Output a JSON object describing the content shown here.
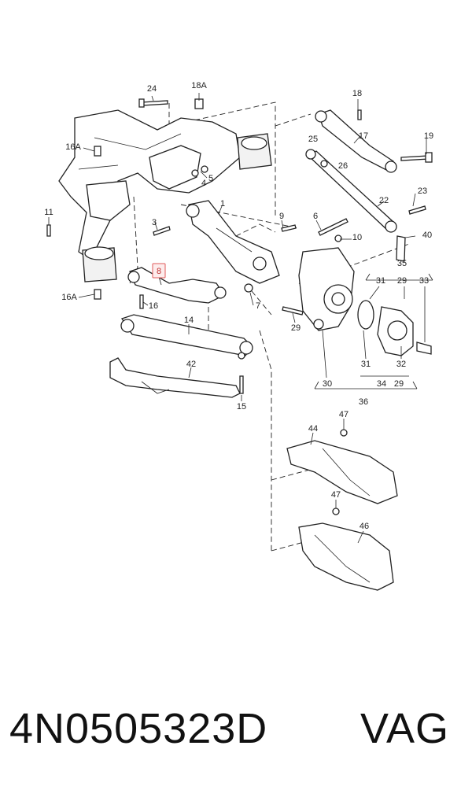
{
  "diagram": {
    "labels": [
      "24",
      "18A",
      "18",
      "17",
      "19",
      "16A",
      "25",
      "26",
      "5",
      "4",
      "23",
      "22",
      "11",
      "3",
      "1",
      "9",
      "6",
      "10",
      "40",
      "35",
      "8",
      "31",
      "29",
      "33",
      "16",
      "16A",
      "7",
      "29",
      "14",
      "42",
      "31",
      "32",
      "15",
      "30",
      "34",
      "29",
      "36",
      "44",
      "47",
      "47",
      "46"
    ],
    "highlighted_label": "8"
  },
  "footer": {
    "part_number": "4N0505323D",
    "brand": "VAG"
  }
}
